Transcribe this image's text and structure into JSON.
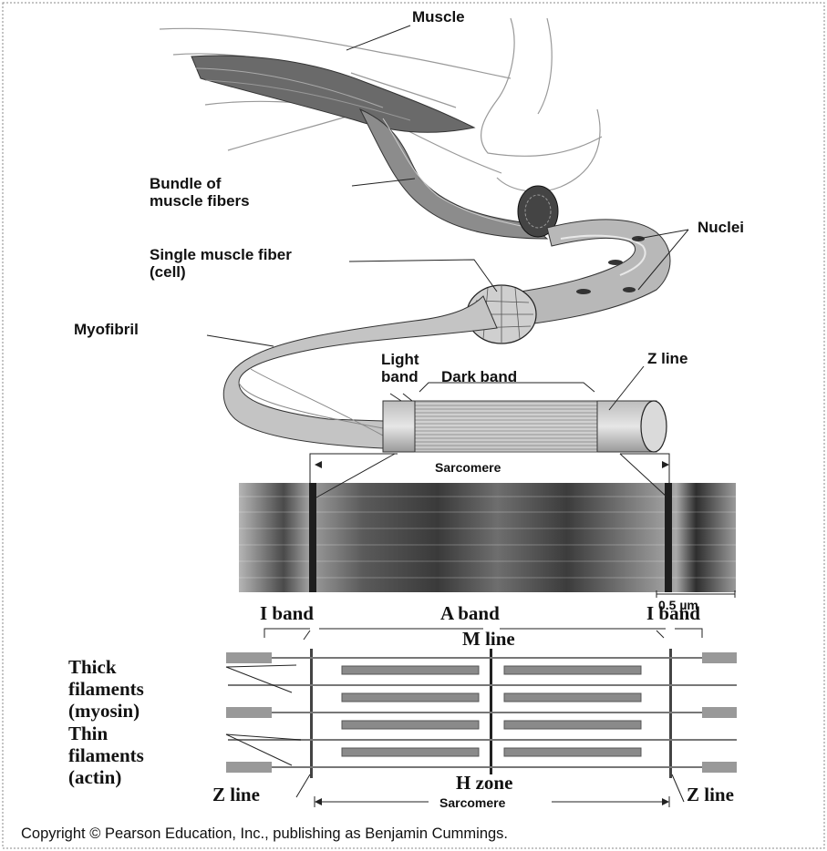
{
  "labels": {
    "muscle": "Muscle",
    "bundle": "Bundle of\nmuscle fibers",
    "single_fiber": "Single muscle fiber\n(cell)",
    "nuclei": "Nuclei",
    "myofibril": "Myofibril",
    "light_band": "Light\nband",
    "dark_band": "Dark band",
    "z_line_top": "Z line",
    "sarcomere_top": "Sarcomere",
    "scale": "0.5 µm",
    "i_band_left": "I band",
    "a_band": "A band",
    "i_band_right": "I band",
    "m_line": "M line",
    "thick": "Thick\nfilaments\n(myosin)",
    "thin": "Thin\nfilaments\n(actin)",
    "z_line_left": "Z line",
    "h_zone": "H zone",
    "z_line_right": "Z line",
    "sarcomere_bottom": "Sarcomere"
  },
  "copyright": "Copyright © Pearson Education, Inc., publishing as Benjamin Cummings."
}
